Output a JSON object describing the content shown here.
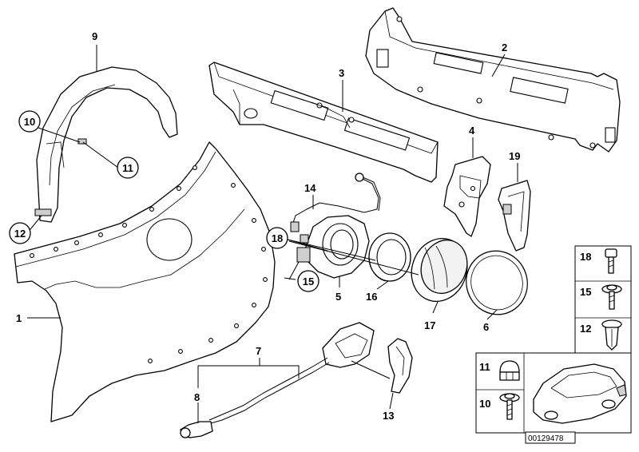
{
  "diagram": {
    "catalog_number": "00129478",
    "callouts": {
      "p1": "1",
      "p2": "2",
      "p3": "3",
      "p4": "4",
      "p5": "5",
      "p6": "6",
      "p7": "7",
      "p8": "8",
      "p9": "9",
      "p10": "10",
      "p11": "11",
      "p12": "12",
      "p13": "13",
      "p14": "14",
      "p15": "15",
      "p16": "16",
      "p17": "17",
      "p18": "18",
      "p19": "19"
    },
    "legend": {
      "items": [
        "18",
        "15",
        "12",
        "11",
        "10"
      ]
    },
    "icons": [
      "car-silhouette-icon",
      "screw-icon",
      "cap-nut-icon",
      "clip-icon"
    ]
  }
}
